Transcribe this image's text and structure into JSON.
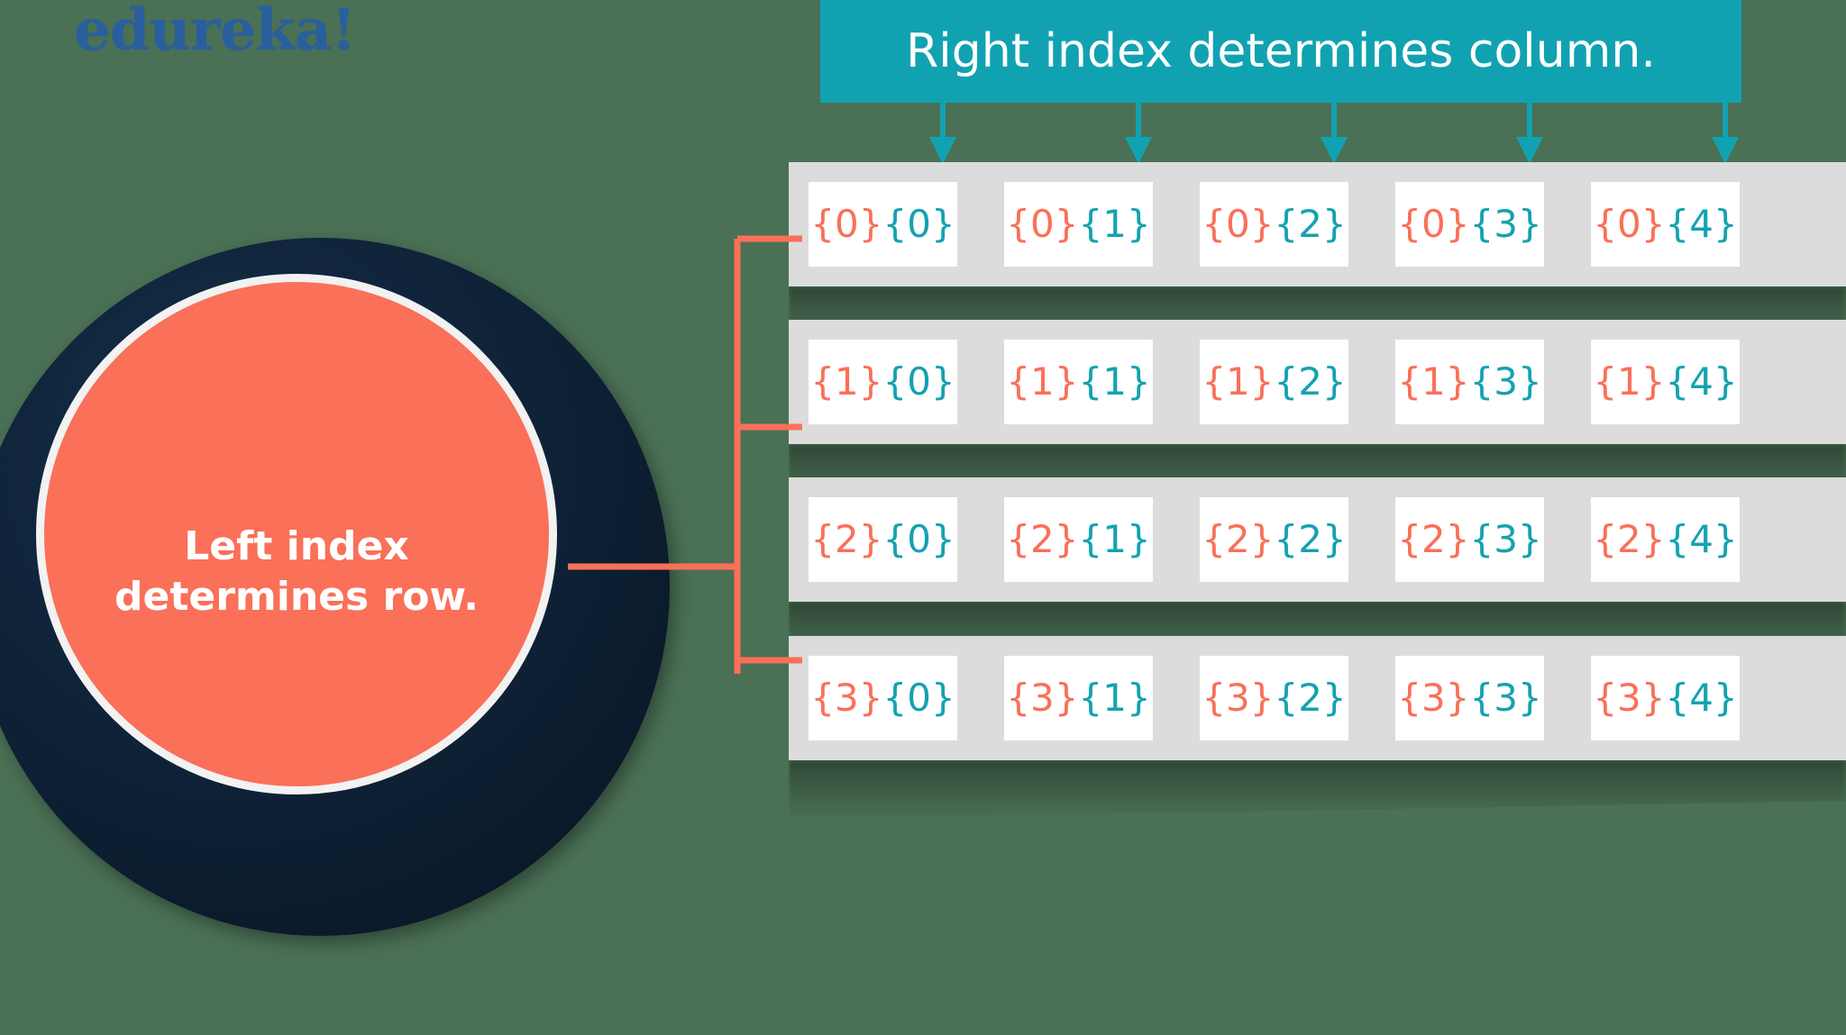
{
  "brand": {
    "logo_text": "edureka!",
    "logo_color": "#2a5f9e"
  },
  "banner": {
    "text": "Right index determines column.",
    "background": "#11a2b2",
    "text_color": "#ffffff"
  },
  "circle": {
    "label": "Left index\ndetermines row.",
    "fill": "#fa7059",
    "ring": "#f2f2f2",
    "outer_fill": "#0d1f33",
    "text_color": "#ffffff"
  },
  "colors": {
    "row_index": "#fa7059",
    "column_index": "#14a2b0",
    "band": "#dcdcdc",
    "cell": "#ffffff",
    "arrow": "#11a2b2",
    "connector": "#fa7059"
  },
  "icons": {
    "column_arrow": "down-arrow-icon",
    "connector_bracket": "bracket-connector-icon"
  },
  "grid": {
    "row_count": 4,
    "column_count": 5,
    "rows": [
      {
        "row_index": "0",
        "cells": [
          {
            "left": "{0}",
            "right": "{0}"
          },
          {
            "left": "{0}",
            "right": "{1}"
          },
          {
            "left": "{0}",
            "right": "{2}"
          },
          {
            "left": "{0}",
            "right": "{3}"
          },
          {
            "left": "{0}",
            "right": "{4}"
          }
        ]
      },
      {
        "row_index": "1",
        "cells": [
          {
            "left": "{1}",
            "right": "{0}"
          },
          {
            "left": "{1}",
            "right": "{1}"
          },
          {
            "left": "{1}",
            "right": "{2}"
          },
          {
            "left": "{1}",
            "right": "{3}"
          },
          {
            "left": "{1}",
            "right": "{4}"
          }
        ]
      },
      {
        "row_index": "2",
        "cells": [
          {
            "left": "{2}",
            "right": "{0}"
          },
          {
            "left": "{2}",
            "right": "{1}"
          },
          {
            "left": "{2}",
            "right": "{2}"
          },
          {
            "left": "{2}",
            "right": "{3}"
          },
          {
            "left": "{2}",
            "right": "{4}"
          }
        ]
      },
      {
        "row_index": "3",
        "cells": [
          {
            "left": "{3}",
            "right": "{0}"
          },
          {
            "left": "{3}",
            "right": "{1}"
          },
          {
            "left": "{3}",
            "right": "{2}"
          },
          {
            "left": "{3}",
            "right": "{3}"
          },
          {
            "left": "{3}",
            "right": "{4}"
          }
        ]
      }
    ]
  },
  "layout": {
    "arrow_positions_x": [
      1046,
      1263,
      1480,
      1697,
      1914
    ],
    "row_tops": [
      180,
      355,
      530,
      706
    ]
  }
}
